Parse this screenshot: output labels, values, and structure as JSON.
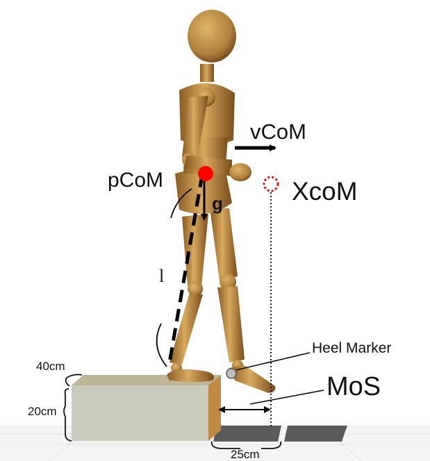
{
  "labels": {
    "vcom": "vCoM",
    "pcom": "pCoM",
    "g": "g",
    "xcom": "XcoM",
    "leg_length": "l",
    "heel_marker": "Heel Marker",
    "mos": "MoS",
    "box_depth": "40cm",
    "box_height": "20cm",
    "step_length": "25cm"
  },
  "colors": {
    "pcom_marker": "#ff0000",
    "xcom_marker": "#dd1111",
    "mannequin_wood": "#b98a45",
    "box_face": "#c9cbbb",
    "box_top": "#bdb79a",
    "floor_tile": "#5a5a5a",
    "heel_marker": "#c0c0c0"
  }
}
